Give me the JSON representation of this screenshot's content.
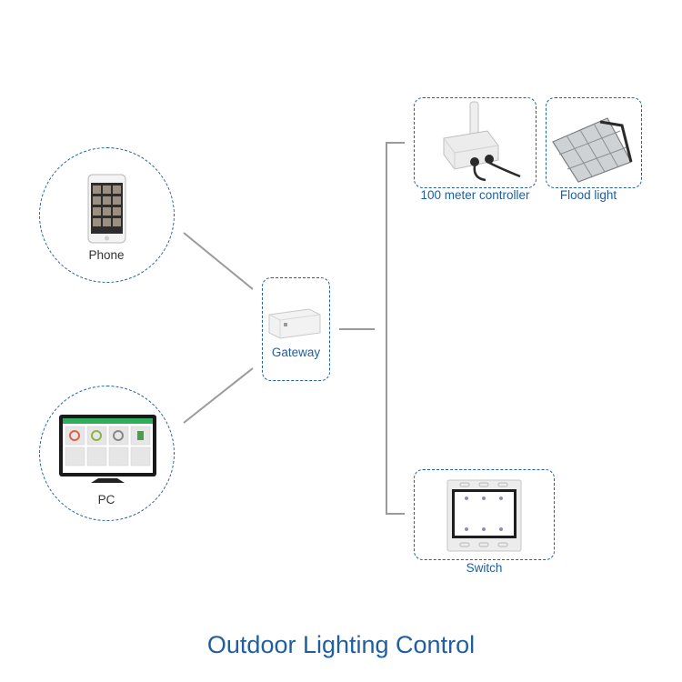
{
  "title": "Outdoor Lighting Control",
  "nodes": {
    "phone": {
      "label": "Phone"
    },
    "pc": {
      "label": "PC"
    },
    "gateway": {
      "label": "Gateway"
    },
    "controller": {
      "label": "100 meter controller"
    },
    "flood_light": {
      "label": "Flood light"
    },
    "switch": {
      "label": "Switch"
    }
  },
  "colors": {
    "accent": "#1f5fa0",
    "connector": "#9a9a9a",
    "label_dark": "#333333"
  }
}
